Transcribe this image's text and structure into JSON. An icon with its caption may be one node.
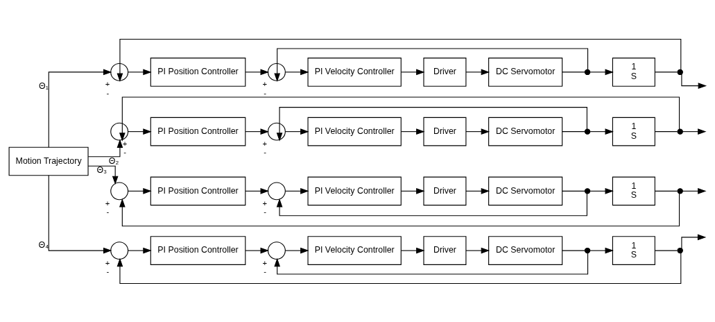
{
  "diagram": {
    "nodes": [
      {
        "text": [
          "Motion Trajectory"
        ]
      },
      {
        "text": [],
        "shape": "circle",
        "beside": [
          "+",
          "-"
        ]
      },
      {
        "text": [
          "PI Position Controller"
        ]
      },
      {
        "text": [],
        "shape": "circle",
        "beside": [
          "+",
          "-"
        ]
      },
      {
        "text": [
          "PI Velocity Controller"
        ]
      },
      {
        "text": [
          "Driver"
        ]
      },
      {
        "text": [
          "DC Servomotor"
        ]
      },
      {
        "text": [],
        "shape": "dot"
      },
      {
        "text": [
          "1",
          "S"
        ]
      },
      {
        "text": [],
        "shape": "dot"
      },
      {
        "text": [],
        "shape": "circle",
        "beside": [
          "+",
          "-"
        ]
      },
      {
        "text": [
          "PI Position Controller"
        ]
      },
      {
        "text": [],
        "shape": "circle",
        "beside": [
          "+",
          "-"
        ]
      },
      {
        "text": [
          "PI Velocity Controller"
        ]
      },
      {
        "text": [
          "Driver"
        ]
      },
      {
        "text": [
          "DC Servomotor"
        ]
      },
      {
        "text": [],
        "shape": "dot"
      },
      {
        "text": [
          "1",
          "S"
        ]
      },
      {
        "text": [],
        "shape": "dot"
      },
      {
        "text": [],
        "shape": "circle",
        "beside": [
          "+",
          "-"
        ]
      },
      {
        "text": [
          "PI Position Controller"
        ]
      },
      {
        "text": [],
        "shape": "circle",
        "beside": [
          "+",
          "-"
        ]
      },
      {
        "text": [
          "PI Velocity Controller"
        ]
      },
      {
        "text": [
          "Driver"
        ]
      },
      {
        "text": [
          "DC Servomotor"
        ]
      },
      {
        "text": [],
        "shape": "dot"
      },
      {
        "text": [
          "1",
          "S"
        ]
      },
      {
        "text": [],
        "shape": "dot"
      },
      {
        "text": [],
        "shape": "circle",
        "beside": [
          "+",
          "-"
        ]
      },
      {
        "text": [
          "PI Position Controller"
        ]
      },
      {
        "text": [],
        "shape": "circle",
        "beside": [
          "+",
          "-"
        ]
      },
      {
        "text": [
          "PI Velocity Controller"
        ]
      },
      {
        "text": [
          "Driver"
        ]
      },
      {
        "text": [
          "DC Servomotor"
        ]
      },
      {
        "text": [],
        "shape": "dot"
      },
      {
        "text": [
          "1",
          "S"
        ]
      },
      {
        "text": [],
        "shape": "dot"
      }
    ],
    "edges": [
      {
        "from": 0,
        "to": 1,
        "arrow": "to",
        "label": "Θ₁"
      },
      {
        "from": 1,
        "to": 2,
        "arrow": "to"
      },
      {
        "from": 2,
        "to": 3,
        "arrow": "to"
      },
      {
        "from": 3,
        "to": 4,
        "arrow": "to"
      },
      {
        "from": 4,
        "to": 5,
        "arrow": "to"
      },
      {
        "from": 5,
        "to": 6,
        "arrow": "to"
      },
      {
        "from": 6,
        "to": 7,
        "arrow": "none"
      },
      {
        "from": 7,
        "to": 8,
        "arrow": "to"
      },
      {
        "from": 7,
        "to": 3,
        "arrow": "to"
      },
      {
        "from": 8,
        "to": 9,
        "arrow": "none"
      },
      {
        "from": 9,
        "to": null,
        "arrow": "to"
      },
      {
        "from": 9,
        "to": 1,
        "arrow": "to"
      },
      {
        "from": 0,
        "to": 10,
        "arrow": "to",
        "label": "Θ₂"
      },
      {
        "from": 10,
        "to": 11,
        "arrow": "to"
      },
      {
        "from": 11,
        "to": 12,
        "arrow": "to"
      },
      {
        "from": 12,
        "to": 13,
        "arrow": "to"
      },
      {
        "from": 13,
        "to": 14,
        "arrow": "to"
      },
      {
        "from": 14,
        "to": 15,
        "arrow": "to"
      },
      {
        "from": 15,
        "to": 16,
        "arrow": "none"
      },
      {
        "from": 16,
        "to": 17,
        "arrow": "to"
      },
      {
        "from": 16,
        "to": 12,
        "arrow": "to"
      },
      {
        "from": 17,
        "to": 18,
        "arrow": "none"
      },
      {
        "from": 18,
        "to": null,
        "arrow": "to"
      },
      {
        "from": 18,
        "to": 10,
        "arrow": "to"
      },
      {
        "from": 0,
        "to": 19,
        "arrow": "to",
        "label": "Θ₃"
      },
      {
        "from": 19,
        "to": 20,
        "arrow": "to"
      },
      {
        "from": 20,
        "to": 21,
        "arrow": "to"
      },
      {
        "from": 21,
        "to": 22,
        "arrow": "to"
      },
      {
        "from": 22,
        "to": 23,
        "arrow": "to"
      },
      {
        "from": 23,
        "to": 24,
        "arrow": "to"
      },
      {
        "from": 24,
        "to": 25,
        "arrow": "none"
      },
      {
        "from": 25,
        "to": 26,
        "arrow": "to"
      },
      {
        "from": 25,
        "to": 21,
        "arrow": "to"
      },
      {
        "from": 26,
        "to": 27,
        "arrow": "none"
      },
      {
        "from": 27,
        "to": null,
        "arrow": "to"
      },
      {
        "from": 27,
        "to": 19,
        "arrow": "to"
      },
      {
        "from": 0,
        "to": 28,
        "arrow": "to",
        "label": "Θ₄"
      },
      {
        "from": 28,
        "to": 29,
        "arrow": "to"
      },
      {
        "from": 29,
        "to": 30,
        "arrow": "to"
      },
      {
        "from": 30,
        "to": 31,
        "arrow": "to"
      },
      {
        "from": 31,
        "to": 32,
        "arrow": "to"
      },
      {
        "from": 32,
        "to": 33,
        "arrow": "to"
      },
      {
        "from": 33,
        "to": 34,
        "arrow": "none"
      },
      {
        "from": 34,
        "to": 35,
        "arrow": "to"
      },
      {
        "from": 34,
        "to": 30,
        "arrow": "to"
      },
      {
        "from": 35,
        "to": 36,
        "arrow": "none"
      },
      {
        "from": 36,
        "to": null,
        "arrow": "to"
      },
      {
        "from": 36,
        "to": 28,
        "arrow": "to"
      }
    ]
  }
}
